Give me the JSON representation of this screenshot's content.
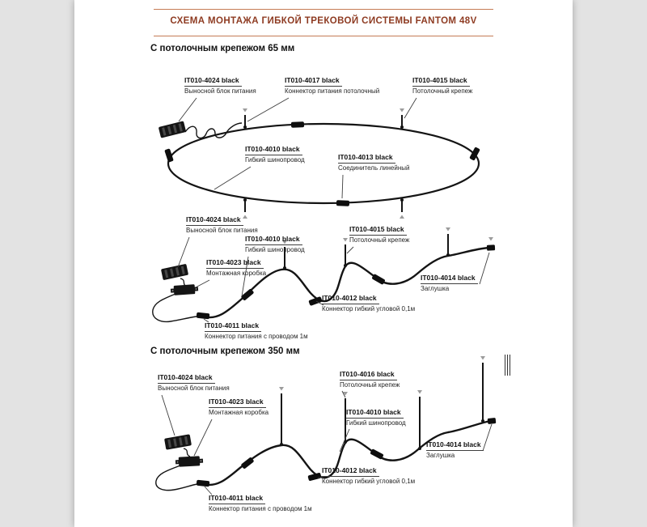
{
  "page": {
    "title": "СХЕМА МОНТАЖА ГИБКОЙ ТРЕКОВОЙ СИСТЕМЫ FANTOM 48V"
  },
  "colors": {
    "accent-text": "#8e3b22",
    "accent-line": "#c57b55",
    "diagram-ink": "#141414"
  },
  "sections": [
    {
      "heading": "С потолочным крепежом 65 мм",
      "ring_labels": [
        {
          "part": "IT010-4024 black",
          "desc": "Выносной блок питания"
        },
        {
          "part": "IT010-4017 black",
          "desc": "Коннектор питания потолочный"
        },
        {
          "part": "IT010-4015 black",
          "desc": "Потолочный крепеж"
        },
        {
          "part": "IT010-4010 black",
          "desc": "Гибкий шинопровод"
        },
        {
          "part": "IT010-4013 black",
          "desc": "Соединитель линейный"
        }
      ],
      "line_labels": [
        {
          "part": "IT010-4024 black",
          "desc": "Выносной блок питания"
        },
        {
          "part": "IT010-4010 black",
          "desc": "Гибкий шинопровод"
        },
        {
          "part": "IT010-4015 black",
          "desc": "Потолочный крепеж"
        },
        {
          "part": "IT010-4023 black",
          "desc": "Монтажная коробка"
        },
        {
          "part": "IT010-4014 black",
          "desc": "Заглушка"
        },
        {
          "part": "IT010-4012 black",
          "desc": "Коннектор гибкий угловой 0,1м"
        },
        {
          "part": "IT010-4011 black",
          "desc": "Коннектор питания с проводом 1м"
        }
      ]
    },
    {
      "heading": "С потолочным крепежом 350 мм",
      "labels": [
        {
          "part": "IT010-4024 black",
          "desc": "Выносной блок питания"
        },
        {
          "part": "IT010-4023 black",
          "desc": "Монтажная коробка"
        },
        {
          "part": "IT010-4016 black",
          "desc": "Потолочный крепеж"
        },
        {
          "part": "IT010-4010 black",
          "desc": "Гибкий шинопровод"
        },
        {
          "part": "IT010-4014 black",
          "desc": "Заглушка"
        },
        {
          "part": "IT010-4012 black",
          "desc": "Коннектор гибкий угловой 0,1м"
        },
        {
          "part": "IT010-4011 black",
          "desc": "Коннектор питания с проводом 1м"
        }
      ]
    }
  ]
}
